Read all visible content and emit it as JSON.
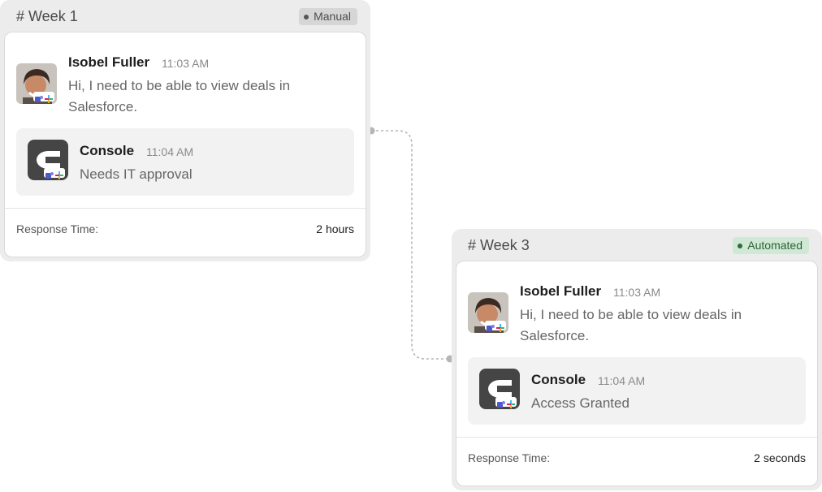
{
  "cards": [
    {
      "title": "# Week 1",
      "badge": "Manual",
      "user": {
        "name": "Isobel Fuller",
        "time": "11:03 AM",
        "message_line1": "Hi, I need to be able to view deals in",
        "message_line2": "Salesforce."
      },
      "reply": {
        "name": "Console",
        "time": "11:04 AM",
        "message": "Needs IT approval"
      },
      "footer": {
        "label": "Response Time:",
        "value": "2 hours"
      }
    },
    {
      "title": "# Week 3",
      "badge": "Automated",
      "user": {
        "name": "Isobel Fuller",
        "time": "11:03 AM",
        "message_line1": "Hi, I need to be able to view deals in",
        "message_line2": "Salesforce."
      },
      "reply": {
        "name": "Console",
        "time": "11:04 AM",
        "message": "Access Granted"
      },
      "footer": {
        "label": "Response Time:",
        "value": "2 seconds"
      }
    }
  ],
  "colors": {
    "panel_bg": "#ececec",
    "manual_badge": "#d6d6d6",
    "automated_badge": "#cfe9d4",
    "console_logo": "#454545",
    "connector": "#b5b5b5"
  },
  "icons": [
    "teams-icon",
    "slack-icon",
    "console-logo-icon"
  ]
}
